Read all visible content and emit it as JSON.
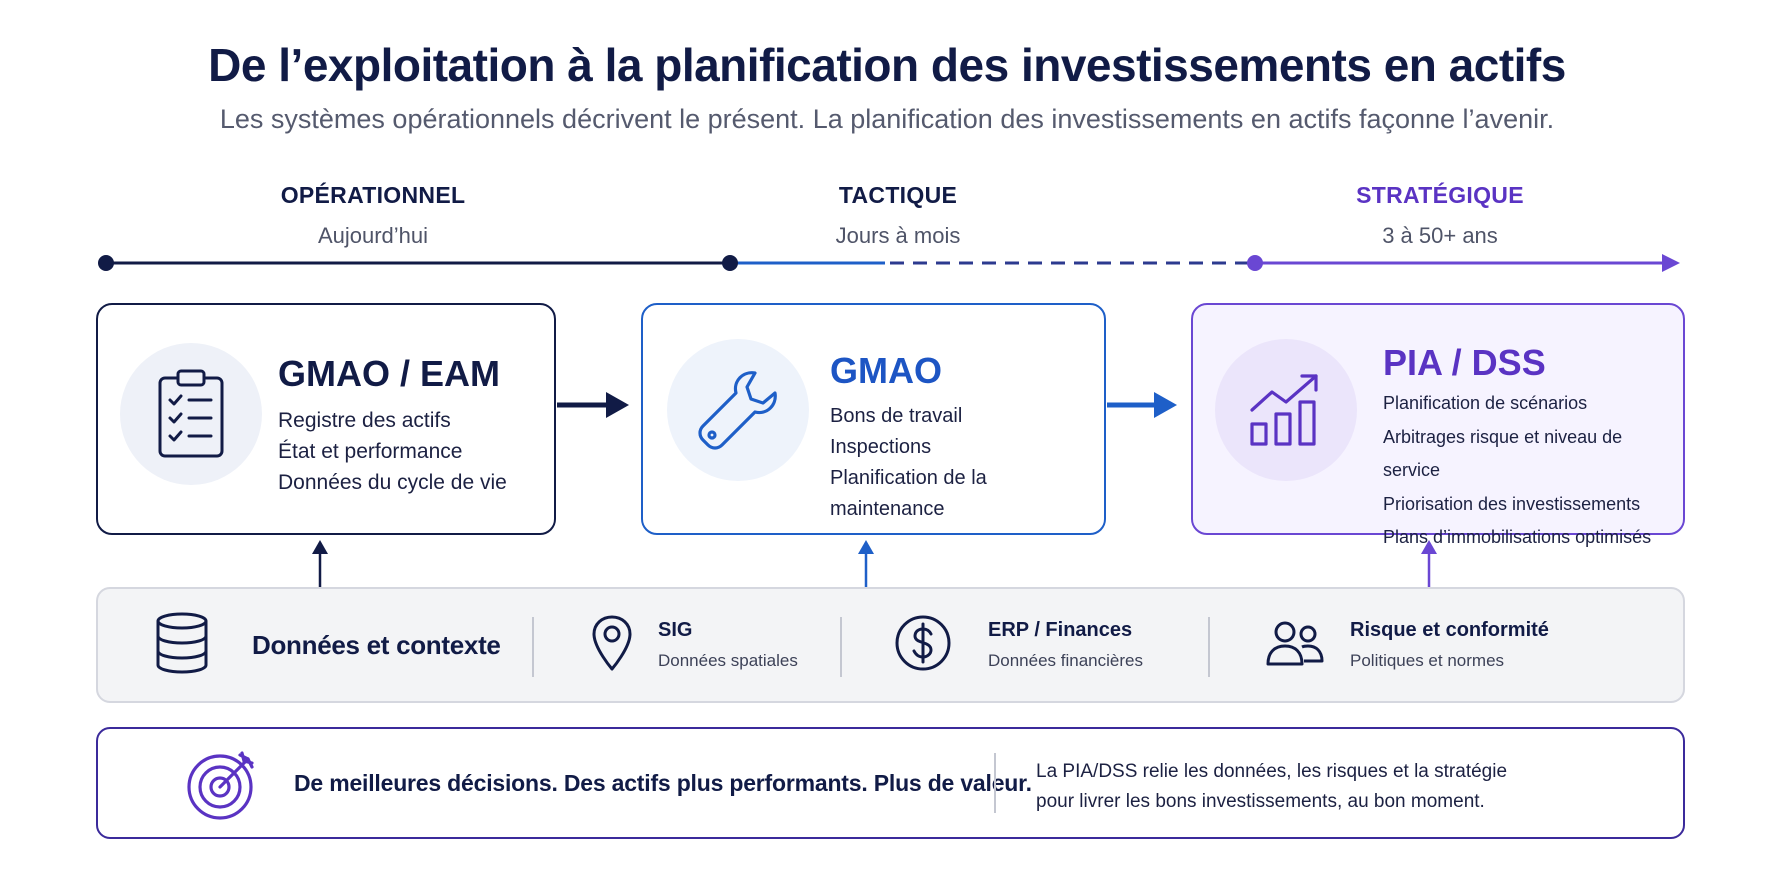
{
  "header": {
    "title": "De l’exploitation à la planification des investissements en actifs",
    "subtitle": "Les systèmes opérationnels décrivent le présent. La planification des investissements en actifs façonne l’avenir."
  },
  "phases": [
    {
      "name": "OPÉRATIONNEL",
      "duration": "Aujourd’hui",
      "color": "#111b46"
    },
    {
      "name": "TACTIQUE",
      "duration": "Jours à mois",
      "color": "#111b46"
    },
    {
      "name": "STRATÉGIQUE",
      "duration": "3 à 50+ ans",
      "color": "#5a33c3"
    }
  ],
  "cards": [
    {
      "title": "GMAO / EAM",
      "icon": "clipboard-checklist-icon",
      "items": [
        "Registre des actifs",
        "État et performance",
        "Données du cycle de vie"
      ]
    },
    {
      "title": "GMAO",
      "icon": "wrench-icon",
      "items": [
        "Bons de travail",
        "Inspections",
        "Planification de la maintenance"
      ]
    },
    {
      "title": "PIA / DSS",
      "icon": "growth-chart-icon",
      "items": [
        "Planification de scénarios",
        "Arbitrages risque et niveau de service",
        "Priorisation des investissements",
        "Plans d’immobilisations optimisés"
      ]
    }
  ],
  "data_sources": {
    "main_label": "Données et contexte",
    "main_icon": "database-icon",
    "items": [
      {
        "title": "SIG",
        "subtitle": "Données spatiales",
        "icon": "map-pin-icon"
      },
      {
        "title": "ERP / Finances",
        "subtitle": "Données financières",
        "icon": "dollar-coin-icon"
      },
      {
        "title": "Risque et conformité",
        "subtitle": "Politiques et normes",
        "icon": "people-icon"
      }
    ]
  },
  "banner": {
    "icon": "target-icon",
    "claim": "De meilleures décisions. Des actifs plus performants. Plus de valeur.",
    "description_line1": "La PIA/DSS relie les données, les risques et la stratégie",
    "description_line2": "pour livrer les bons investissements, au bon moment."
  },
  "colors": {
    "navy": "#111b46",
    "blue": "#1e5fc8",
    "purple": "#6a47d3"
  }
}
